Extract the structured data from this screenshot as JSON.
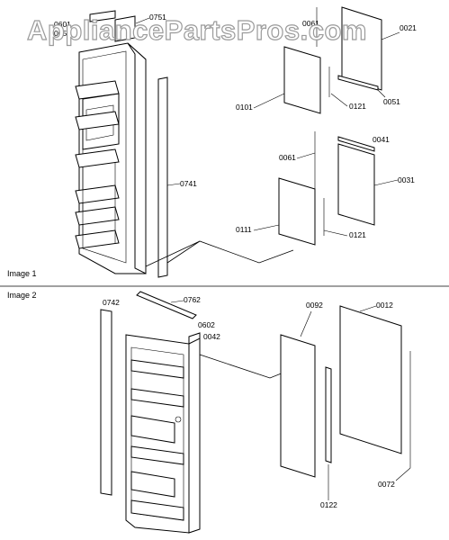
{
  "watermark": "AppliancePartsPros.com",
  "sections": {
    "image1": "Image 1",
    "image2": "Image 2"
  },
  "parts": {
    "p0601": "0601",
    "p0051a": "0051",
    "p0751": "0751",
    "p0061a": "0061",
    "p0021": "0021",
    "p0101": "0101",
    "p0121a": "0121",
    "p0051b": "0051",
    "p0741": "0741",
    "p0041": "0041",
    "p0061b": "0061",
    "p0031": "0031",
    "p0111": "0111",
    "p0121b": "0121",
    "p0742": "0742",
    "p0762": "0762",
    "p0602": "0602",
    "p0042": "0042",
    "p0092": "0092",
    "p0012": "0012",
    "p0122": "0122",
    "p0072": "0072"
  }
}
